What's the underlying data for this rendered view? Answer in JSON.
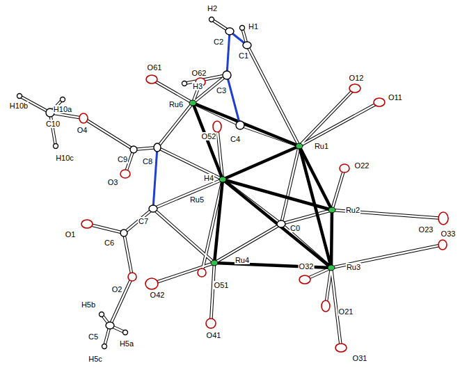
{
  "diagram": {
    "labels": [
      "H2",
      "H1",
      "C2",
      "C1",
      "O61",
      "O62",
      "H3",
      "C3",
      "Ru6",
      "O12",
      "O11",
      "H10b",
      "H10a",
      "C10",
      "O4",
      "O52",
      "C4",
      "Ru1",
      "C9",
      "C8",
      "H10c",
      "H4",
      "O22",
      "O3",
      "Ru5",
      "Ru2",
      "O23",
      "C7",
      "C0",
      "O33",
      "O1",
      "C6",
      "Ru4",
      "Ru3",
      "O32",
      "O51",
      "O2",
      "O42",
      "H5b",
      "O21",
      "C5",
      "H5a",
      "H5c",
      "O41",
      "O31"
    ]
  }
}
